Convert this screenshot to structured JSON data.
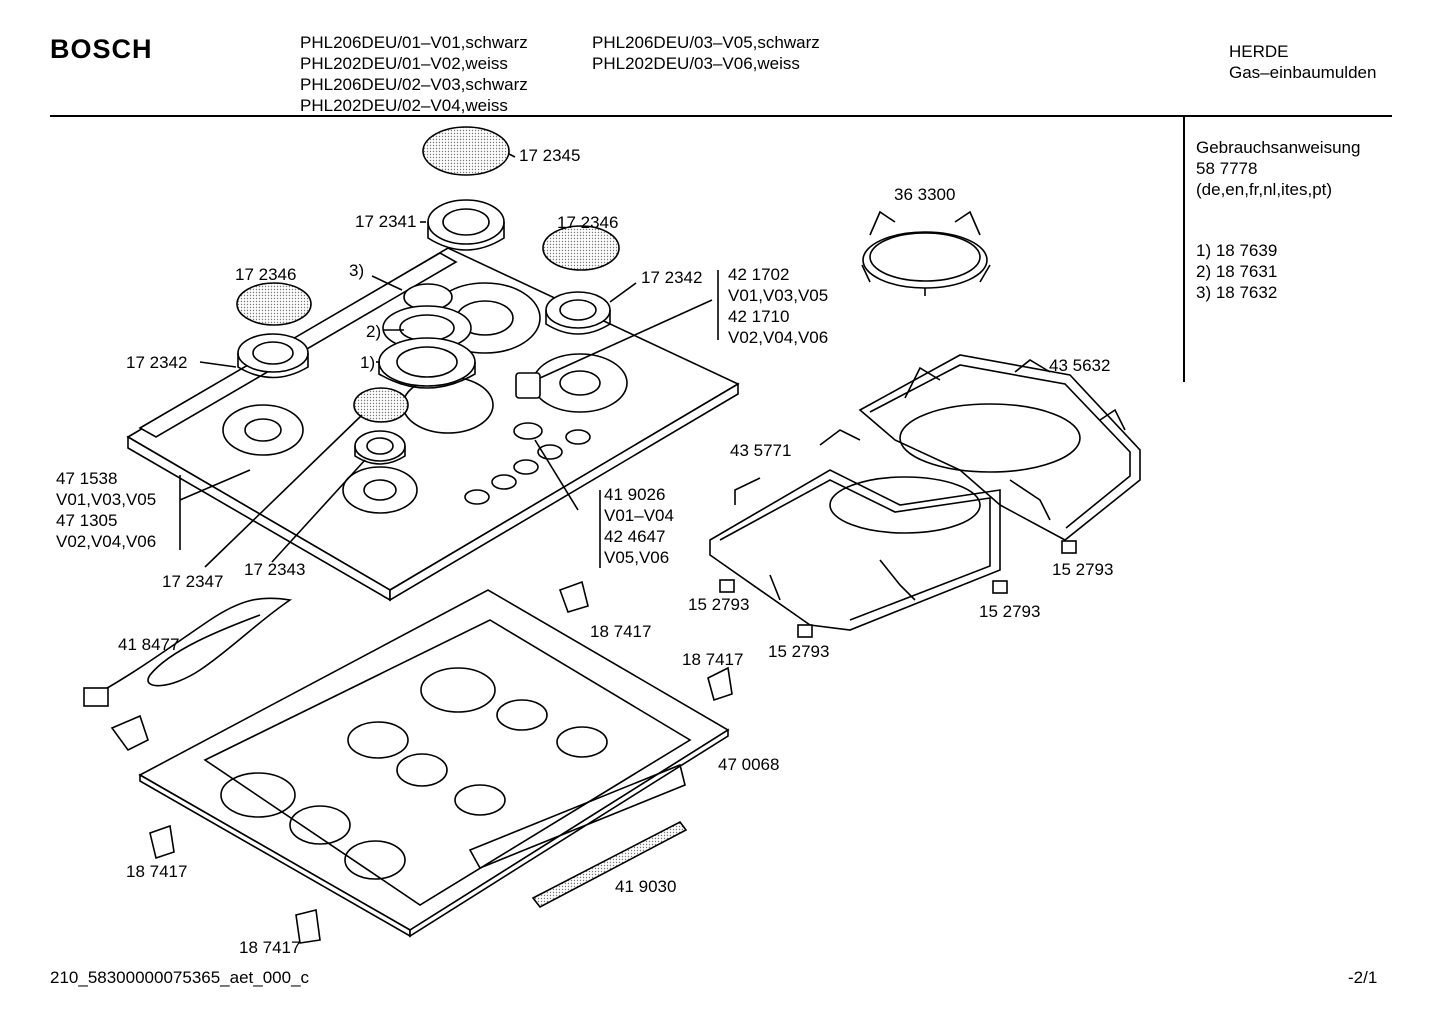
{
  "header": {
    "brand": "BOSCH",
    "models_col1": [
      "PHL206DEU/01–V01,schwarz",
      "PHL202DEU/01–V02,weiss",
      "PHL206DEU/02–V03,schwarz",
      "PHL202DEU/02–V04,weiss"
    ],
    "models_col2": [
      "PHL206DEU/03–V05,schwarz",
      "PHL202DEU/03–V06,weiss"
    ],
    "category": "HERDE",
    "subcategory": "Gas–einbaumulden"
  },
  "side_panel": {
    "manual_label": "Gebrauchsanweisung",
    "manual_number": "58 7778",
    "manual_languages": "(de,en,fr,nl,ites,pt)",
    "notes": [
      "1) 18 7639",
      "2) 18 7631",
      "3) 18 7632"
    ]
  },
  "parts": {
    "p172345": "17 2345",
    "p172341": "17 2341",
    "p172346a": "17 2346",
    "p172346b": "17 2346",
    "p172342a": "17 2342",
    "p172342b": "17 2342",
    "m3": "3)",
    "m2": "2)",
    "m1": "1)",
    "p363300": "36 3300",
    "grp421702": [
      "42 1702",
      "V01,V03,V05",
      "42 1710",
      "V02,V04,V06"
    ],
    "p435632": "43 5632",
    "p435771": "43 5771",
    "grp471538": [
      "47 1538",
      "V01,V03,V05",
      "47 1305",
      "V02,V04,V06"
    ],
    "grp419026": [
      "41 9026",
      "V01–V04",
      "42 4647",
      "V05,V06"
    ],
    "p172347": "17 2347",
    "p172343": "17 2343",
    "p152793a": "15 2793",
    "p152793b": "15 2793",
    "p152793c": "15 2793",
    "p152793d": "15 2793",
    "p187417a": "18 7417",
    "p187417b": "18 7417",
    "p187417c": "18 7417",
    "p187417d": "18 7417",
    "p418477": "41 8477",
    "p470068": "47 0068",
    "p419030": "41 9030"
  },
  "footer": {
    "doc_id": "210_58300000075365_aet_000_c",
    "page": "-2/1"
  }
}
